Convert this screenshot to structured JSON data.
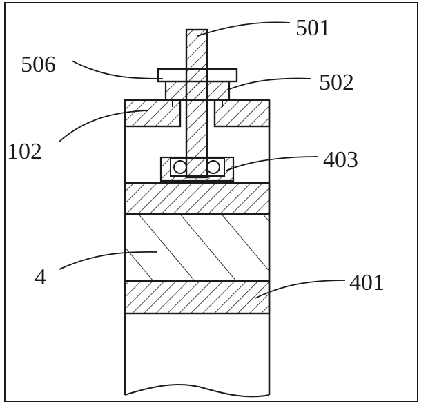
{
  "labels": {
    "l501": "501",
    "l506": "506",
    "l502": "502",
    "l102": "102",
    "l403": "403",
    "l4": "4",
    "l401": "401"
  },
  "colors": {
    "ink": "#1a1a1a",
    "paper": "#ffffff"
  }
}
